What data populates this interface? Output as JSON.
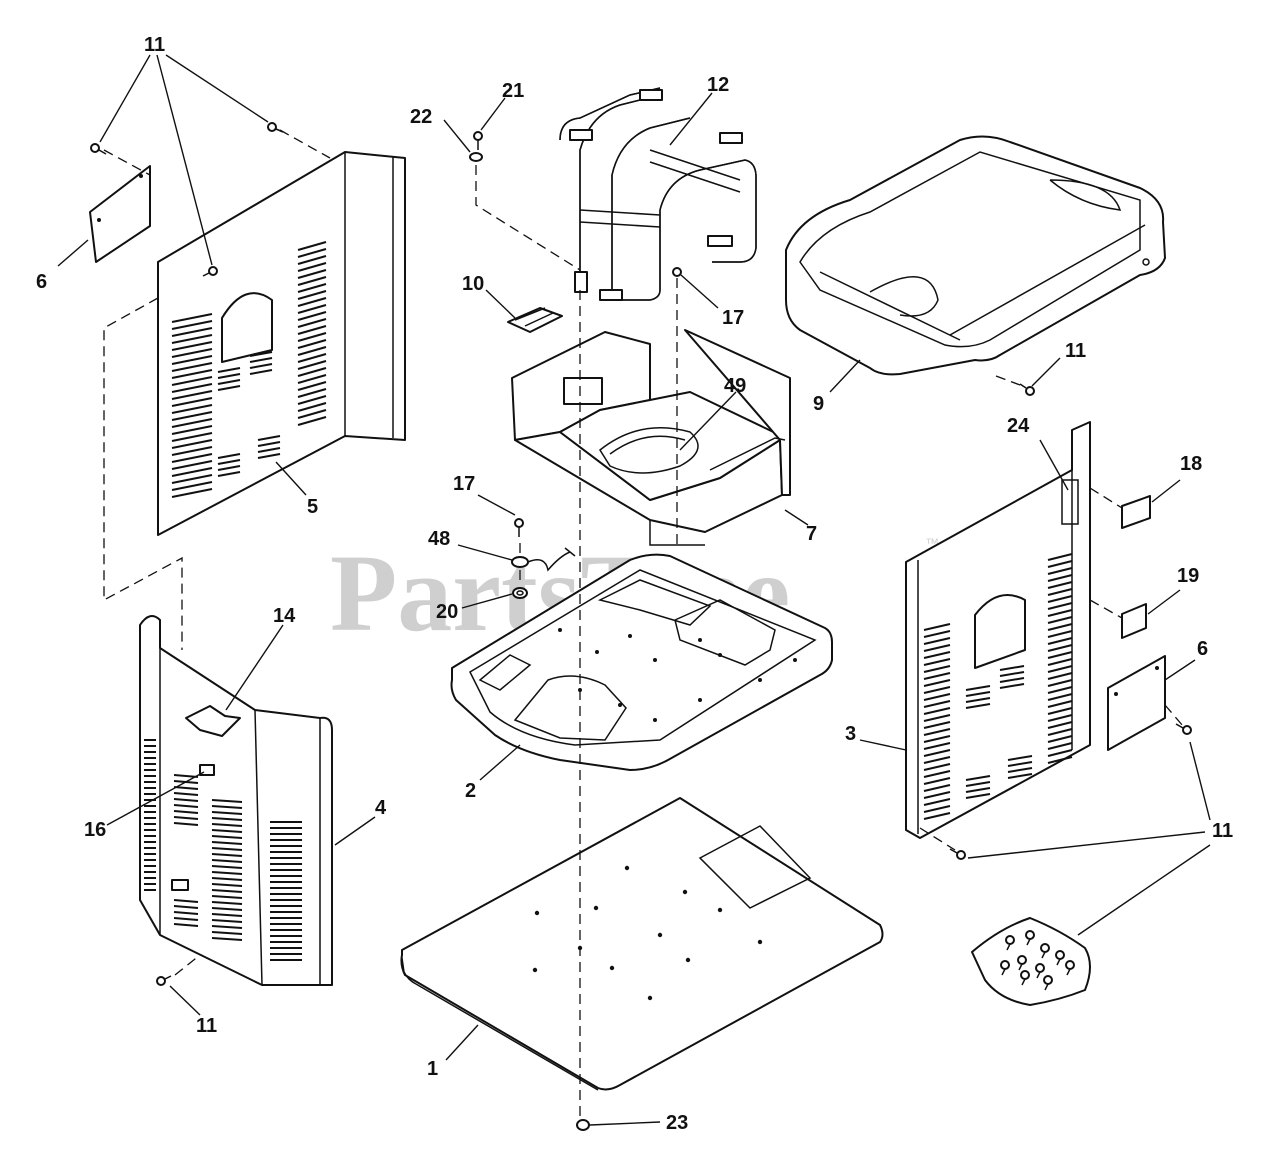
{
  "watermark": {
    "text": "PartsTree",
    "trademark": "™"
  },
  "callouts": {
    "c11_top": "11",
    "c6_left": "6",
    "c22": "22",
    "c21": "21",
    "c12": "12",
    "c10": "10",
    "c17_top": "17",
    "c49": "49",
    "c9": "9",
    "c11_cover": "11",
    "c5": "5",
    "c17_mid": "17",
    "c48": "48",
    "c20": "20",
    "c7": "7",
    "c24": "24",
    "c18": "18",
    "c19": "19",
    "c14": "14",
    "c6_right": "6",
    "c3": "3",
    "c16": "16",
    "c4": "4",
    "c2": "2",
    "c11_right": "11",
    "c11_bottom": "11",
    "c1": "1",
    "c23": "23"
  },
  "colors": {
    "line": "#111111",
    "watermark": "#cfcfcf",
    "background": "#ffffff"
  }
}
